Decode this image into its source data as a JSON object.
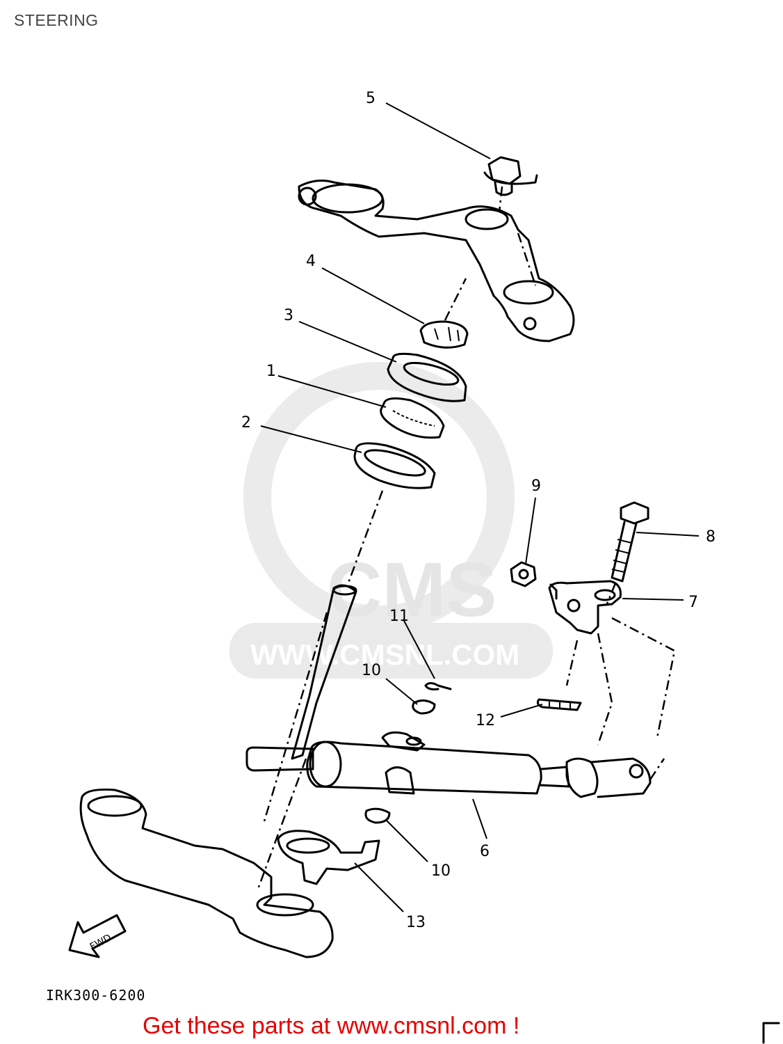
{
  "page": {
    "title": "STEERING"
  },
  "watermark": {
    "brand": "CMS",
    "url": "WWW.CMSNL.COM"
  },
  "diagram": {
    "callouts": [
      "1",
      "2",
      "3",
      "4",
      "5",
      "6",
      "7",
      "8",
      "9",
      "10",
      "10",
      "11",
      "12",
      "13"
    ],
    "drawing_code": "IRK300-6200",
    "fwd_label": "FWD"
  },
  "footer": {
    "link_text": "Get these parts at www.cmsnl.com !"
  },
  "colors": {
    "footer_link": "#e60000",
    "line": "#000000",
    "watermark": "#e1e1e1"
  }
}
